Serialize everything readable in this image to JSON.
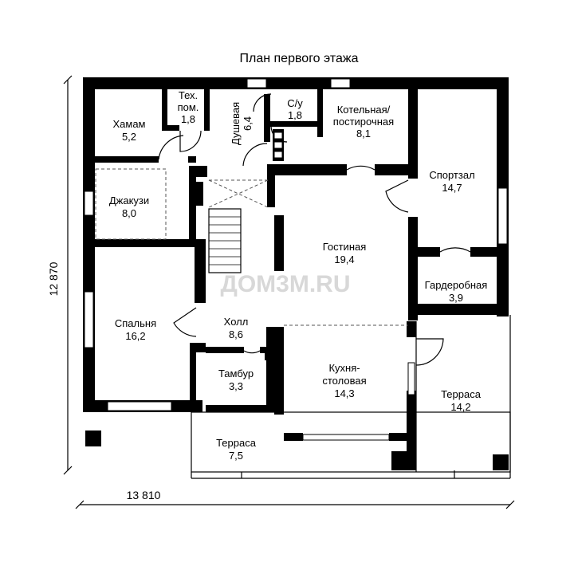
{
  "title": "План первого этажа",
  "dimensions": {
    "width": "13 810",
    "height": "12 870"
  },
  "watermark": "ДОМ3М.RU",
  "rooms": {
    "hamam": {
      "name": "Хамам",
      "area": "5,2"
    },
    "tech": {
      "name1": "Тех.",
      "name2": "пом.",
      "area": "1,8"
    },
    "shower": {
      "name": "Душевая",
      "area": "6,4"
    },
    "wc": {
      "name": "С/у",
      "area": "1,8"
    },
    "boiler": {
      "name1": "Котельная/",
      "name2": "постирочная",
      "area": "8,1"
    },
    "gym": {
      "name": "Спортзал",
      "area": "14,7"
    },
    "jacuzzi": {
      "name": "Джакузи",
      "area": "8,0"
    },
    "living": {
      "name": "Гостиная",
      "area": "19,4"
    },
    "wardrobe": {
      "name": "Гардеробная",
      "area": "3,9"
    },
    "bedroom": {
      "name": "Спальня",
      "area": "16,2"
    },
    "hall": {
      "name": "Холл",
      "area": "8,6"
    },
    "vestibule": {
      "name": "Тамбур",
      "area": "3,3"
    },
    "kitchen": {
      "name1": "Кухня-",
      "name2": "столовая",
      "area": "14,3"
    },
    "terrace_right": {
      "name": "Терраса",
      "area": "14,2"
    },
    "terrace_left": {
      "name": "Терраса",
      "area": "7,5"
    }
  },
  "colors": {
    "wall": "#000000",
    "background": "#ffffff",
    "watermark": "#d8d8d8"
  }
}
